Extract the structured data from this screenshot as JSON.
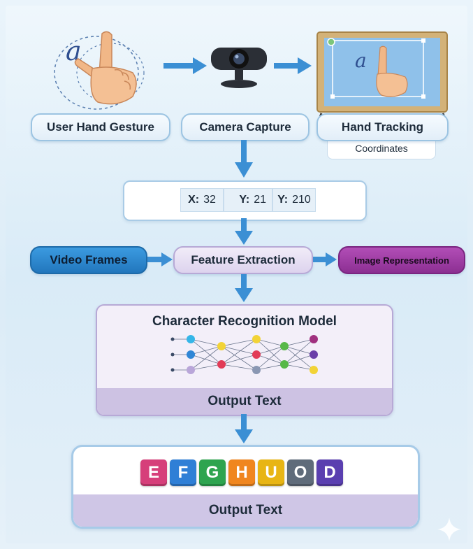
{
  "top_row": {
    "gesture_label": "User Hand Gesture",
    "camera_label": "Camera Capture",
    "tracking_label": "Hand Tracking",
    "coordinates_tab": "Coordinates",
    "letter_glyph": "a"
  },
  "coordinates": {
    "cells": [
      {
        "key": "X:",
        "value": "32"
      },
      {
        "key": "Y:",
        "value": "21"
      },
      {
        "key": "Y:",
        "value": "210"
      }
    ]
  },
  "middle_row": {
    "video_frames": "Video Frames",
    "feature_extraction": "Feature Extraction",
    "image_representation": "Image Representation"
  },
  "model": {
    "title": "Character Recognition Model",
    "output_label": "Output Text"
  },
  "output": {
    "letters": [
      {
        "char": "E",
        "color": "#d63f7a"
      },
      {
        "char": "F",
        "color": "#2f7fd6"
      },
      {
        "char": "G",
        "color": "#2ea44f"
      },
      {
        "char": "H",
        "color": "#f0861f"
      },
      {
        "char": "U",
        "color": "#e8b514"
      },
      {
        "char": "O",
        "color": "#5f6b7a"
      },
      {
        "char": "D",
        "color": "#5a3fb0"
      }
    ],
    "label": "Output Text"
  },
  "colors": {
    "arrow": "#3b8fd4",
    "video_frames_bg": "#2d8bd0",
    "image_representation_bg": "#9b3aa0"
  }
}
